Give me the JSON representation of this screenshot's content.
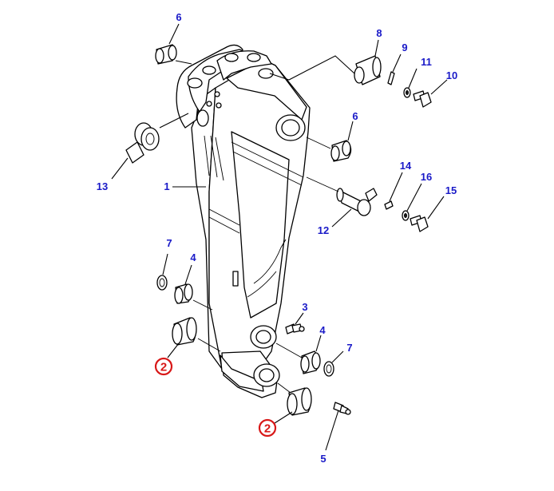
{
  "callouts": {
    "c1": "1",
    "c2a": "2",
    "c2b": "2",
    "c3": "3",
    "c4a": "4",
    "c4b": "4",
    "c5": "5",
    "c6a": "6",
    "c6b": "6",
    "c7a": "7",
    "c7b": "7",
    "c8": "8",
    "c9": "9",
    "c10": "10",
    "c11": "11",
    "c12": "12",
    "c13": "13",
    "c14": "14",
    "c15": "15",
    "c16": "16"
  },
  "colors": {
    "callout_text": "#1a1ac8",
    "highlight": "#d81818",
    "line": "#000000",
    "background": "#ffffff"
  }
}
